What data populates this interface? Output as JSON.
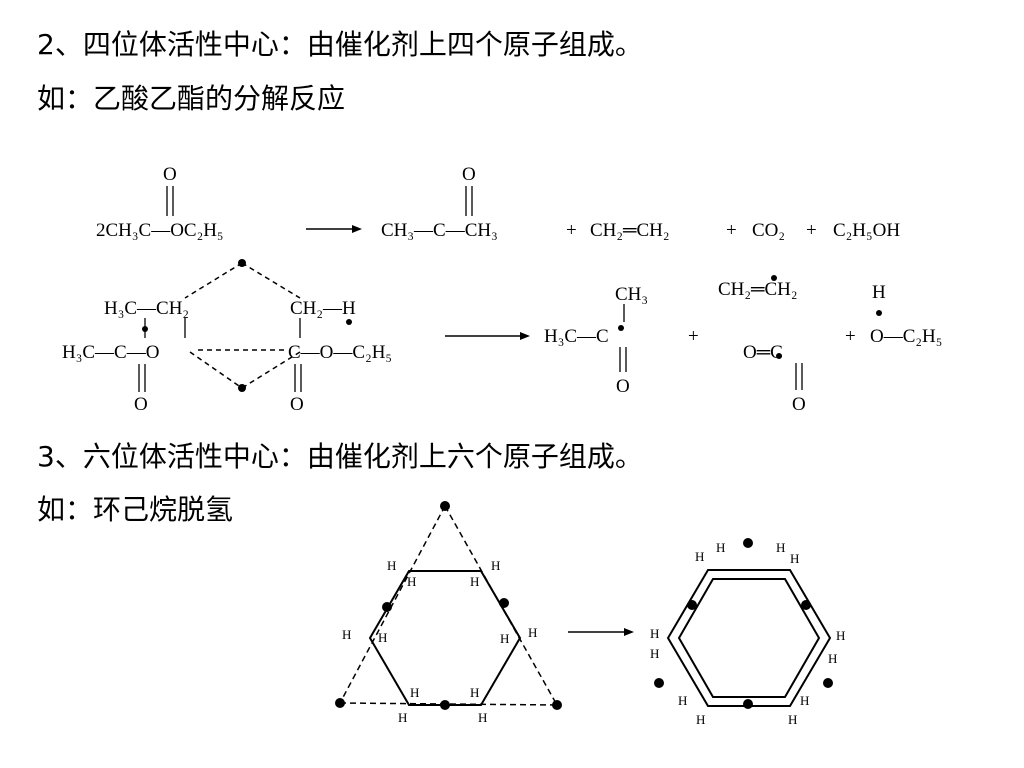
{
  "slide": {
    "heading_2": "2、四位体活性中心：由催化剂上四个原子组成。",
    "example_2": "如：乙酸乙酯的分解反应",
    "heading_3": "3、六位体活性中心：由催化剂上六个原子组成。",
    "example_3": "如：环己烷脱氢"
  },
  "equation": {
    "reactant": "2CH₃C—OC₂H₅",
    "product_acetone": "CH₃—C—CH₃",
    "plus1": "+",
    "product_ethylene": "CH₂═CH₂",
    "plus2": "+",
    "product_co2": "CO₂",
    "plus3": "+",
    "product_ethanol": "C₂H₅OH",
    "carbonyl_o1": "O",
    "carbonyl_o2": "O"
  },
  "mechanism": {
    "h3c_ch2": "H₃C—CH₂",
    "ch2_h": "CH₂—H",
    "h3c_c_o": "H₃C—C—O",
    "c_o_c2h5": "C—O—C₂H₅",
    "o_left": "O",
    "o_right": "O",
    "ch3": "CH₃",
    "h3c_c": "H₃C—C",
    "o_bottom": "O",
    "plus_a": "+",
    "ch2_ch2": "CH₂═CH₂",
    "o_c": "O═C",
    "o_c_bottom": "O",
    "plus_b": "+",
    "h_top": "H",
    "o_c2h5": "O—C₂H₅"
  },
  "hexagon_left": {
    "h_labels": [
      "H",
      "H",
      "H",
      "H",
      "H",
      "H",
      "H",
      "H",
      "H",
      "H",
      "H",
      "H"
    ]
  },
  "hexagon_right": {
    "h_labels": [
      "H",
      "H",
      "H",
      "H",
      "H",
      "H",
      "H",
      "H",
      "H",
      "H",
      "H",
      "H"
    ]
  }
}
